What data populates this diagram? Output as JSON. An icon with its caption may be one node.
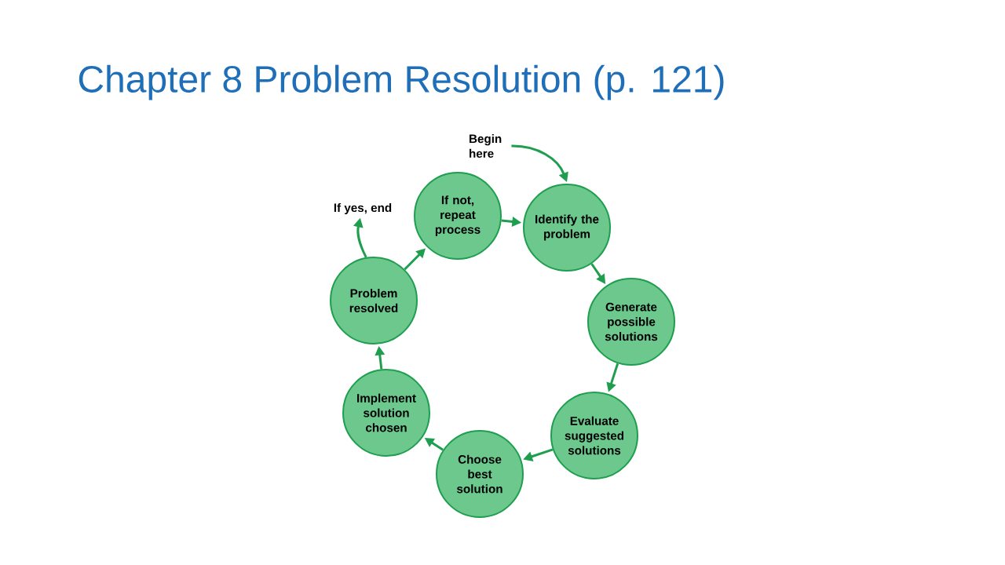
{
  "diagram": {
    "title": "Chapter 8 Problem Resolution (p. 121)",
    "nodes": [
      {
        "text": [
          "Begin here"
        ]
      },
      {
        "text": [
          "If not, repeat process"
        ]
      },
      {
        "text": [
          "Identify the problem"
        ]
      },
      {
        "text": [
          "Generate possible solutions"
        ]
      },
      {
        "text": [
          "Evaluate suggested solutions"
        ]
      },
      {
        "text": [
          "Choose best solution"
        ]
      },
      {
        "text": [
          "Implement solution chosen"
        ]
      },
      {
        "text": [
          "Problem resolved"
        ]
      },
      {
        "text": [
          "If yes, end"
        ]
      }
    ],
    "edges": [
      {
        "from": 0,
        "to": 2,
        "arrow": "to"
      },
      {
        "from": 1,
        "to": 2,
        "arrow": "to"
      },
      {
        "from": 2,
        "to": 3,
        "arrow": "to"
      },
      {
        "from": 3,
        "to": 4,
        "arrow": "to"
      },
      {
        "from": 4,
        "to": 5,
        "arrow": "to"
      },
      {
        "from": 5,
        "to": 6,
        "arrow": "to"
      },
      {
        "from": 6,
        "to": 7,
        "arrow": "to"
      },
      {
        "from": 7,
        "to": 1,
        "arrow": "to"
      },
      {
        "from": 7,
        "to": 8,
        "arrow": "to"
      }
    ]
  }
}
